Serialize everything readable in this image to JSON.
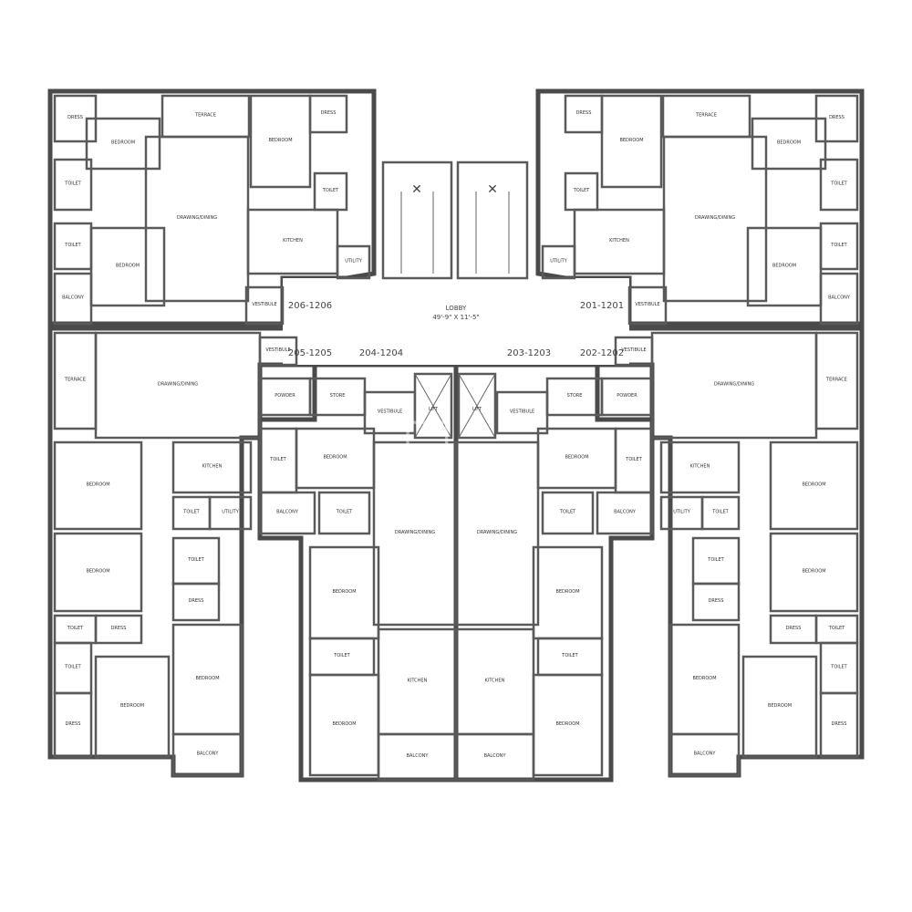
{
  "colors": {
    "wall": "#5a5a5a",
    "unit_shaded": "#dedede",
    "unit_plain": "#f7f7f7",
    "lobby": "#ffffff"
  },
  "lobby": {
    "label": "LOBBY",
    "size": "49'-9\" X 11'-5\""
  },
  "lift_label": "LIFT",
  "unit_tags": [
    "206-1206",
    "205-1205",
    "204-1204",
    "203-1203",
    "202-1202",
    "201-1201"
  ],
  "left_rooms": [
    "DRESS",
    "BEDROOM",
    "TERRACE",
    "TOILET",
    "BEDROOM",
    "DRESS",
    "DRAWING/DINING",
    "TOILET",
    "KITCHEN",
    "TOILET",
    "BEDROOM",
    "BALCONY",
    "VESTIBULE",
    "UTILITY",
    "TERRACE",
    "DRAWING/DINING",
    "POWDER",
    "STORE",
    "VESTIBULE",
    "KITCHEN",
    "BEDROOM",
    "TOILET",
    "UTILITY",
    "BEDROOM",
    "TOILET",
    "DRESS",
    "TOILET",
    "DRESS",
    "TOILET",
    "BEDROOM",
    "BEDROOM",
    "DRESS",
    "BALCONY",
    "VESTIBULE",
    "BEDROOM",
    "TOILET",
    "BALCONY",
    "TOILET",
    "DRAWING/DINING",
    "BEDROOM",
    "TOILET",
    "KITCHEN",
    "BEDROOM",
    "BALCONY"
  ],
  "right_rooms": [
    "DRESS",
    "BEDROOM",
    "TERRACE",
    "TOILET",
    "BEDROOM",
    "DRESS",
    "DRAWING/DINING",
    "TOILET",
    "KITCHEN",
    "TOILET",
    "BEDROOM",
    "BALCONY",
    "VESTIBULE",
    "UTILITY",
    "TERRACE",
    "DRAWING/DINING",
    "POWDER",
    "STORE",
    "VESTIBULE",
    "KITCHEN",
    "BEDROOM",
    "TOILET",
    "UTILITY",
    "BEDROOM",
    "TOILET",
    "DRESS",
    "TOILET",
    "DRESS",
    "TOILET",
    "BEDROOM",
    "BEDROOM",
    "DRESS",
    "BALCONY",
    "VESTIBULE",
    "BEDROOM",
    "TOILET",
    "BALCONY",
    "TOILET",
    "DRAWING/DINING",
    "BEDROOM",
    "TOILET",
    "KITCHEN",
    "BEDROOM",
    "BALCONY"
  ],
  "watermark": "square yards"
}
